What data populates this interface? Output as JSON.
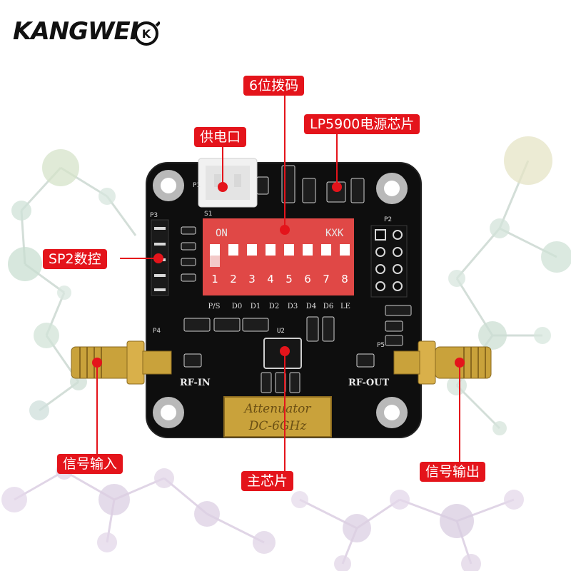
{
  "brand": {
    "logo_text": "KANGWEI",
    "logo_mark": "K"
  },
  "labels": {
    "dip_switch": "6位拨码",
    "power_chip": "LP5900电源芯片",
    "power_port": "供电口",
    "spi_control": "SP2数控",
    "signal_in": "信号输入",
    "main_chip": "主芯片",
    "signal_out": "信号输出"
  },
  "board": {
    "switch_on": "ON",
    "switch_brand": "KXK",
    "switch_numbers": [
      "1",
      "2",
      "3",
      "4",
      "5",
      "6",
      "7",
      "8"
    ],
    "pin_labels": [
      "P/S",
      "D0",
      "D1",
      "D2",
      "D3",
      "D4",
      "D6",
      "LE"
    ],
    "rf_in": "RF-IN",
    "rf_out": "RF-OUT",
    "chip_ref": "U2",
    "plate_line1": "Attenuator",
    "plate_line2": "DC-6GHz",
    "connectors": {
      "p1": "P1",
      "p2": "P2",
      "p3": "P3",
      "p4": "P4",
      "p5": "P5",
      "s1": "S1"
    }
  },
  "colors": {
    "accent": "#e4141b",
    "pcb": "#0e0e0e",
    "switch": "#e04846",
    "gold": "#c9a23b"
  }
}
